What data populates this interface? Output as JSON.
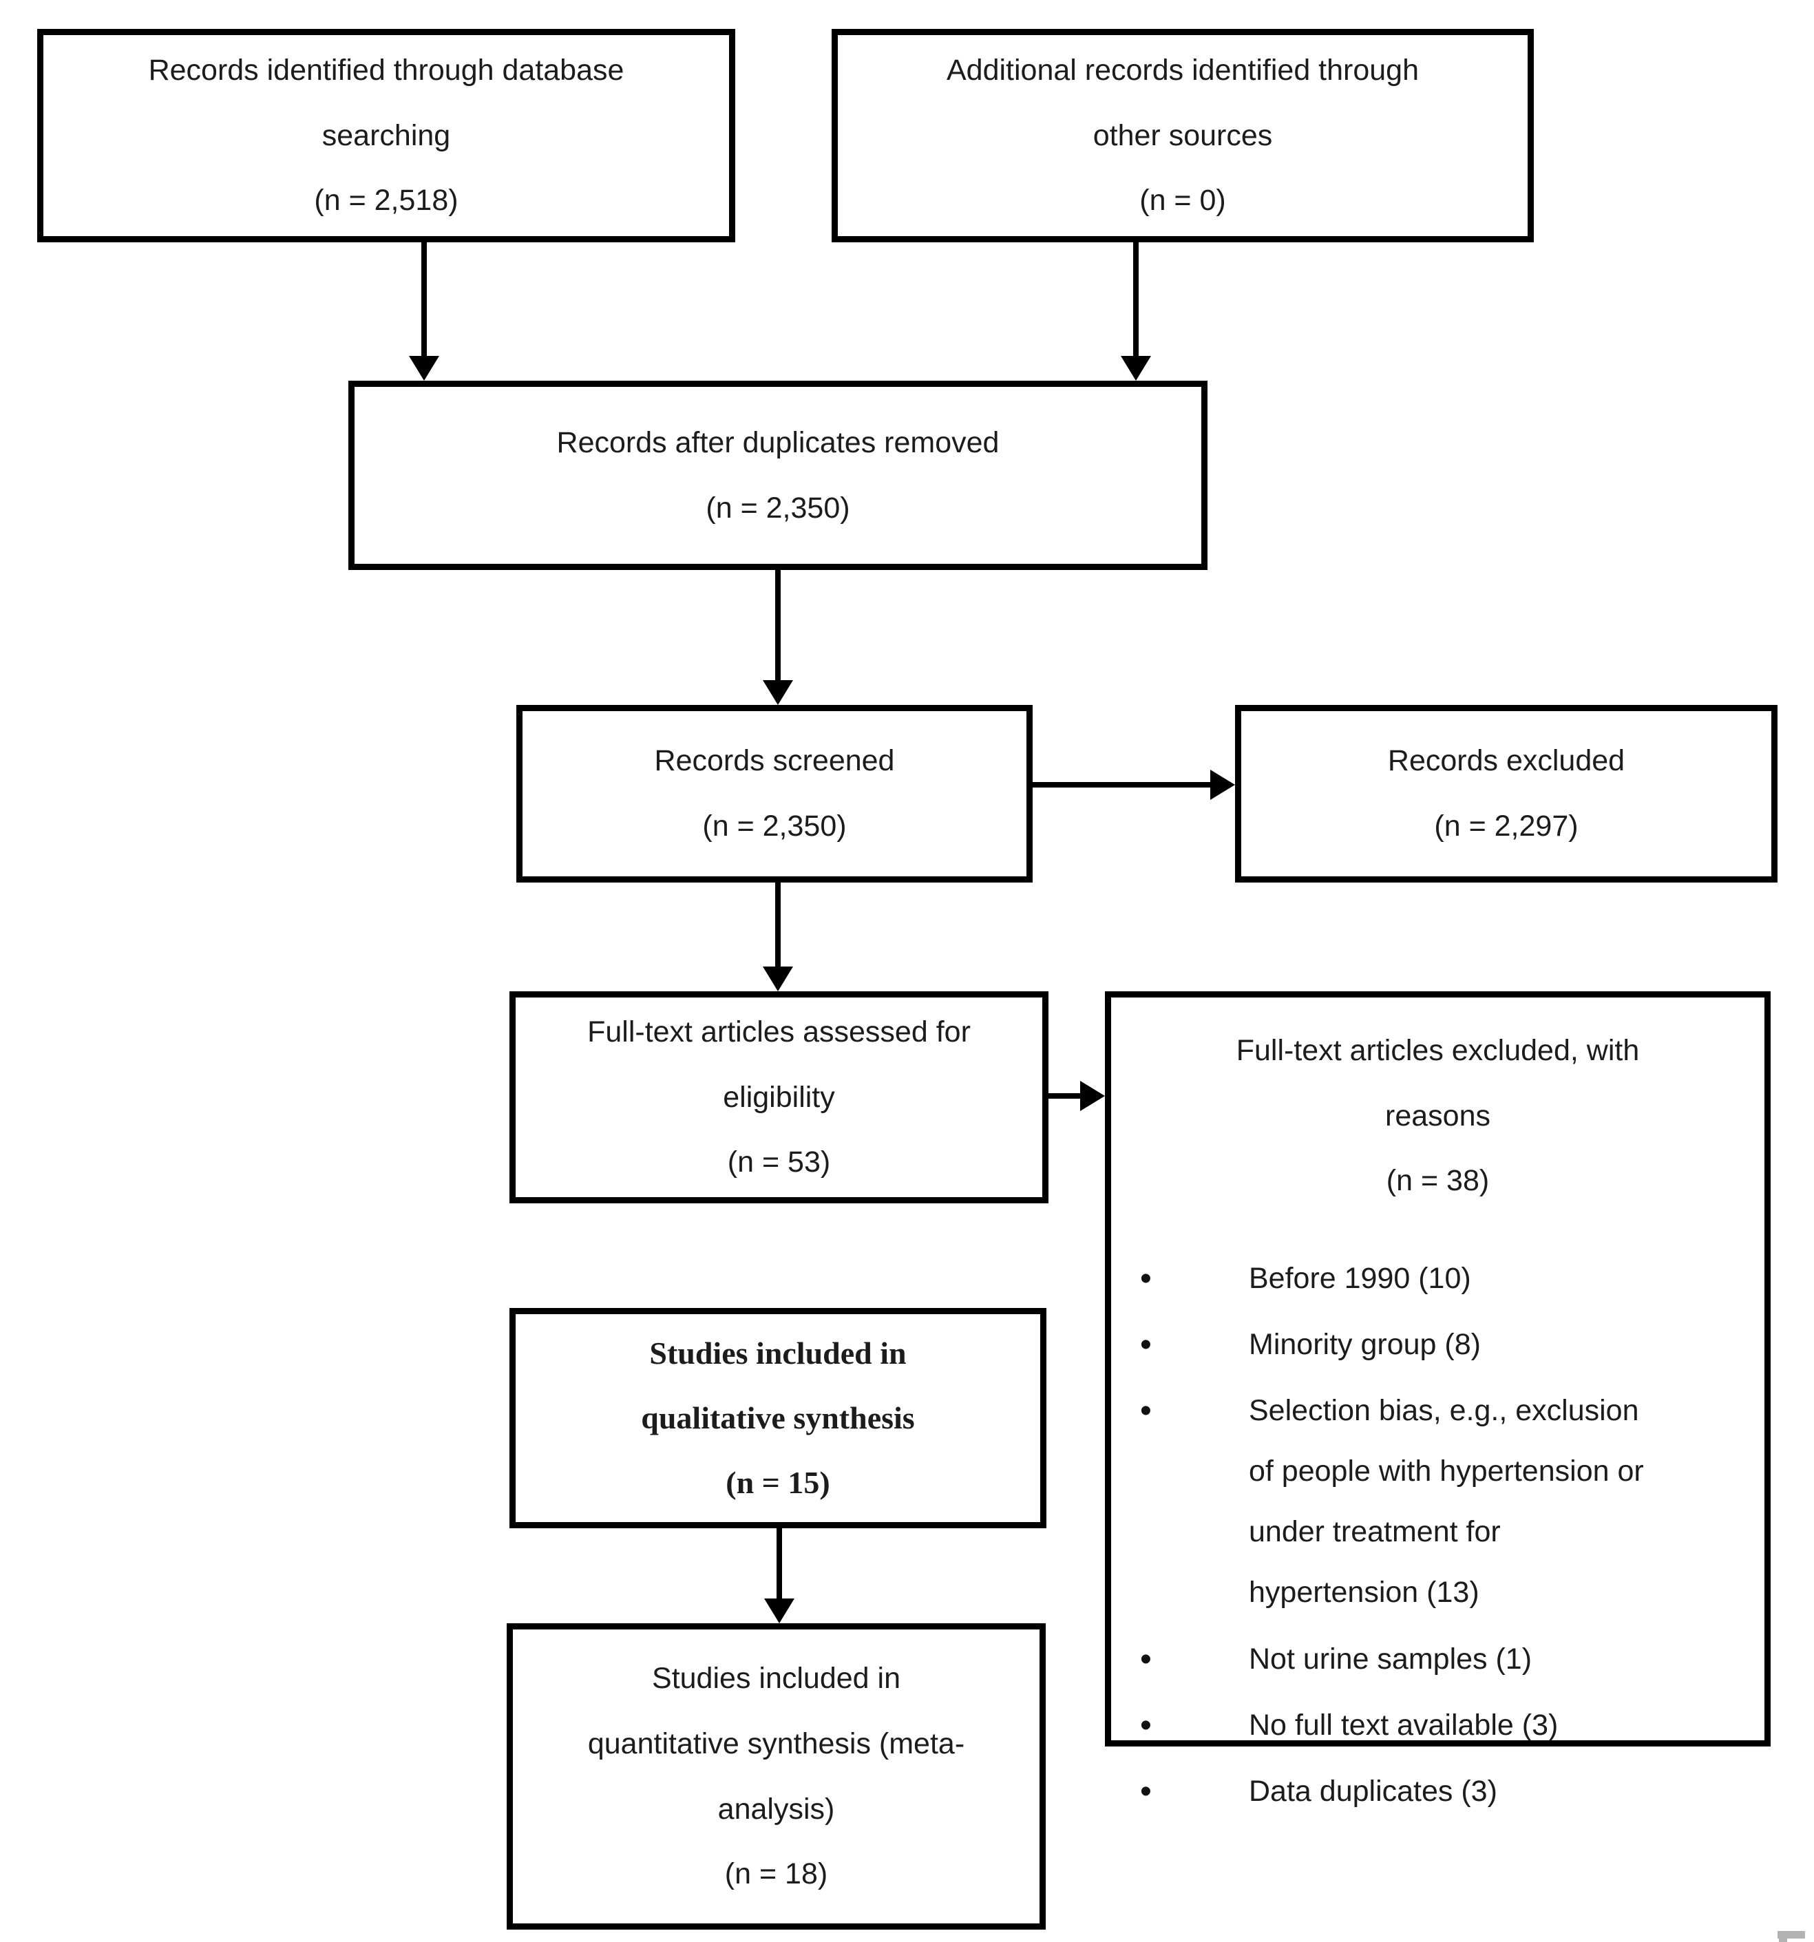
{
  "diagram": {
    "kind": "prisma-flow-diagram",
    "background_color": "#ffffff",
    "box_border_color": "#000000",
    "text_color": "#1c1c1c",
    "artifact_color": "#b2b2b2",
    "boxes": {
      "identified": "Records identified through database\nsearching\n(n = 2,518)",
      "additional": "Additional records identified through\nother sources\n(n = 0)",
      "deduplicated": "Records after duplicates removed\n(n = 2,350)",
      "screened": "Records screened\n(n = 2,350)",
      "excluded": "Records excluded\n(n = 2,297)",
      "fulltext_assessed": "Full-text articles assessed for\neligibility\n(n = 53)",
      "fulltext_excluded_header": "Full-text articles excluded, with\nreasons\n(n = 38)",
      "exclusion_reasons": [
        "Before 1990 (10)",
        "Minority group (8)",
        "Selection bias, e.g., exclusion of people with hypertension or under treatment for hypertension (13)",
        "Not urine samples (1)",
        "No full text available (3)",
        "Data duplicates (3)"
      ],
      "qualitative": "Studies included in\nqualitative synthesis\n(n = 15)",
      "quantitative": "Studies included in\nquantitative synthesis (meta-\nanalysis)\n(n = 18)"
    },
    "counts": {
      "identified": 2518,
      "additional": 0,
      "deduplicated": 2350,
      "screened": 2350,
      "excluded": 2297,
      "fulltext_assessed": 53,
      "fulltext_excluded": 38,
      "qualitative": 15,
      "quantitative": 18,
      "reasons": {
        "before_1990": 10,
        "minority_group": 8,
        "selection_bias": 13,
        "not_urine_samples": 1,
        "no_full_text_available": 3,
        "data_duplicates": 3
      }
    }
  }
}
